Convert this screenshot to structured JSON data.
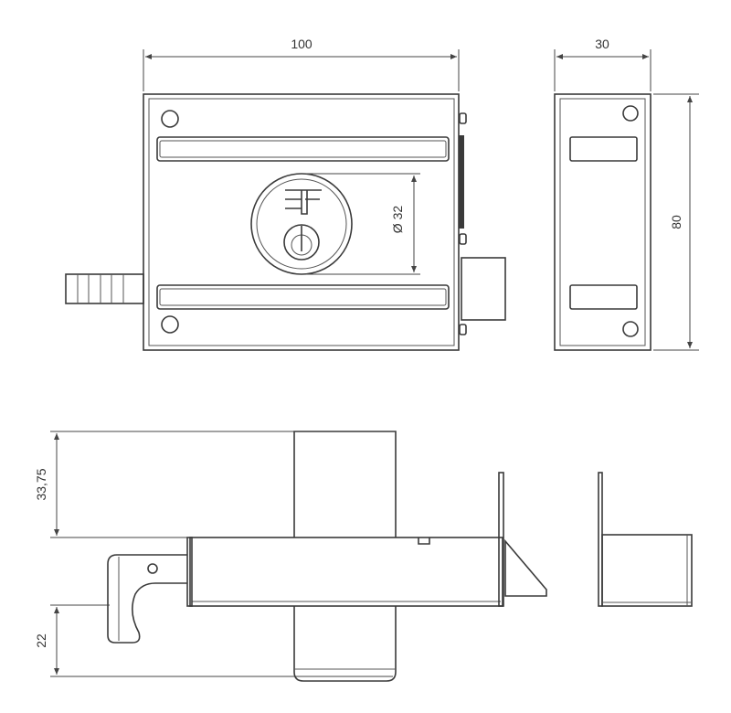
{
  "dimensions": {
    "width": "100",
    "depth": "30",
    "height": "80",
    "cylinder_diameter": "Ø 32",
    "upper_offset": "33,75",
    "lower_offset": "22"
  },
  "colors": {
    "line": "#3a3a3a",
    "background": "#ffffff"
  }
}
